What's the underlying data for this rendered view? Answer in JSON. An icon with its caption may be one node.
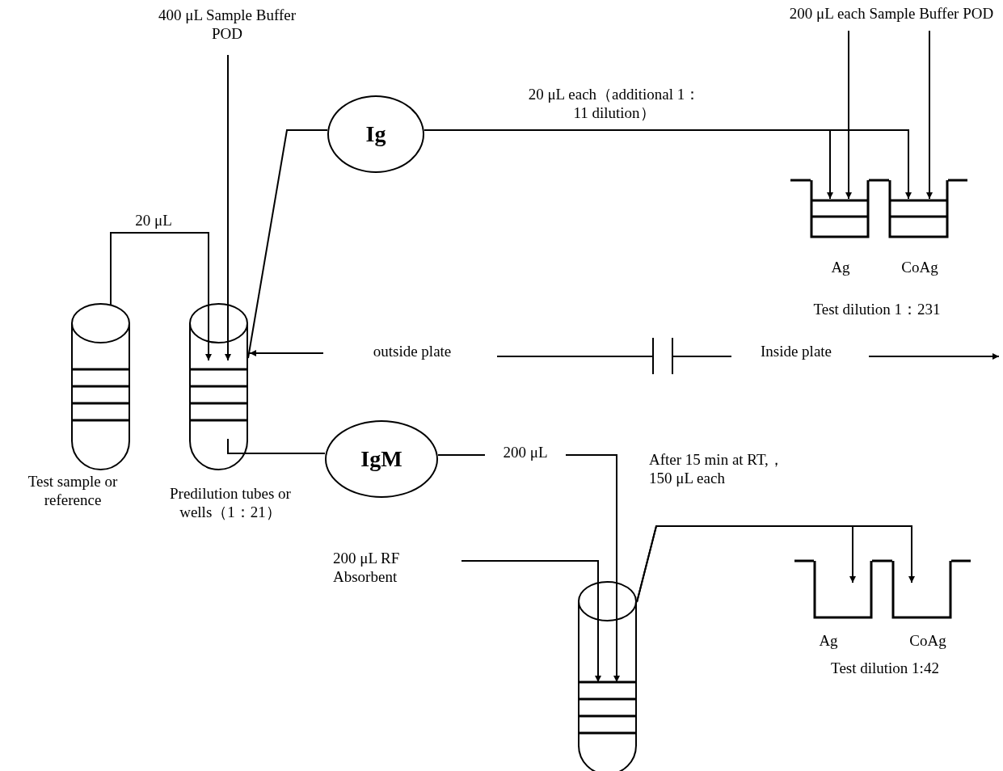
{
  "diagram": {
    "nodes": [
      {
        "text": [
          "400 μL Sample Buffer POD"
        ]
      },
      {
        "text": [
          "200 μL each Sample Buffer POD"
        ]
      },
      {
        "text": [
          "Ig"
        ]
      },
      {
        "text": [],
        "shape": "box",
        "beside": [
          "Ag"
        ]
      },
      {
        "text": [],
        "shape": "box",
        "beside": [
          "CoAg"
        ]
      },
      {
        "text": [],
        "shape": "cylinder",
        "beside": [
          "Test sample or reference"
        ]
      },
      {
        "text": [],
        "shape": "cylinder",
        "beside": [
          "Predilution tubes or wells（1：21）"
        ]
      },
      {
        "text": [
          "IgM"
        ]
      },
      {
        "text": [
          "200 μL RF Absorbent"
        ]
      },
      {
        "text": [],
        "shape": "cylinder"
      },
      {
        "text": [],
        "shape": "box",
        "beside": [
          "Ag"
        ]
      },
      {
        "text": [],
        "shape": "box",
        "beside": [
          "CoAg"
        ]
      }
    ],
    "edges": [
      {
        "from": 0,
        "to": 6,
        "arrow": "to"
      },
      {
        "from": 5,
        "to": 6,
        "arrow": "to",
        "label": "20 μL"
      },
      {
        "from": 1,
        "to": 3,
        "arrow": "to"
      },
      {
        "from": 1,
        "to": 4,
        "arrow": "to"
      },
      {
        "from": 6,
        "to": 2,
        "arrow": "none"
      },
      {
        "from": 2,
        "to": 3,
        "arrow": "to",
        "label": "20 μL each（additional 1：11 dilution）"
      },
      {
        "from": 2,
        "to": 4,
        "arrow": "to"
      },
      {
        "from": 6,
        "to": 7,
        "arrow": "none"
      },
      {
        "from": 7,
        "to": 9,
        "arrow": "to",
        "label": "200 μL"
      },
      {
        "from": 8,
        "to": 9,
        "arrow": "to"
      },
      {
        "from": 9,
        "to": 10,
        "arrow": "to",
        "label": "After 15 min at RT,，150 μL each"
      },
      {
        "from": 9,
        "to": 11,
        "arrow": "to"
      }
    ],
    "labels": [
      "Test dilution 1：231",
      "outside plate",
      "Inside plate",
      "Test dilution 1:42"
    ]
  }
}
